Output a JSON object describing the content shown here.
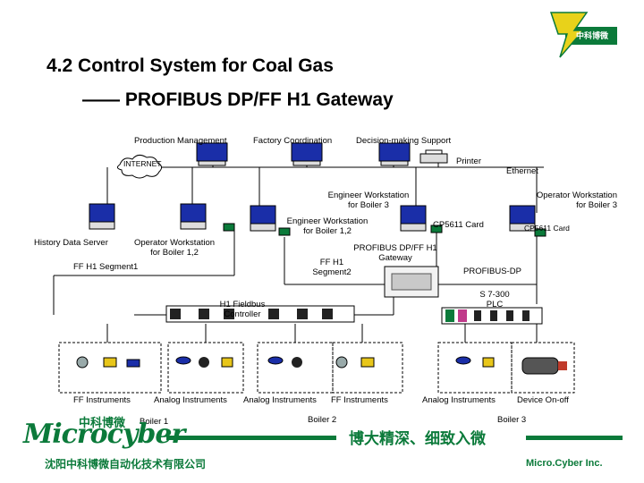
{
  "title": {
    "line1": "4.2 Control System for Coal Gas",
    "line2": "—— PROFIBUS DP/FF H1 Gateway"
  },
  "top_labels": {
    "production": "Production Management",
    "factory": "Factory Coordination",
    "decision": "Decision-making Support",
    "internet": "INTERNET",
    "printer": "Printer",
    "ethernet": "Ethernet"
  },
  "nodes": {
    "eng_ws3_line1": "Engineer Workstation",
    "eng_ws3_line2": "for Boiler 3",
    "op_ws3_line1": "Operator Workstation",
    "op_ws3_line2": "for Boiler 3",
    "eng_ws12_line1": "Engineer Workstation",
    "eng_ws12_line2": "for Boiler 1,2",
    "cp5611_a": "CP5611 Card",
    "cp5611_b": "CP5611 Card",
    "history": "History Data Server",
    "op_ws12_line1": "Operator Workstation",
    "op_ws12_line2": "for Boiler 1,2",
    "gateway_line1": "PROFIBUS DP/FF H1",
    "gateway_line2": "Gateway",
    "ffh1_seg1": "FF H1 Segment1",
    "ffh1_seg2_line1": "FF H1",
    "ffh1_seg2_line2": "Segment2",
    "profibus_dp": "PROFIBUS-DP",
    "s7_line1": "S 7-300",
    "s7_line2": "PLC",
    "h1_line1": "H1 Fieldbus",
    "h1_line2": "Controller"
  },
  "bottom_labels": {
    "ff1": "FF Instruments",
    "analog1": "Analog Instruments",
    "analog2": "Analog Instruments",
    "ff2": "FF Instruments",
    "analog3": "Analog Instruments",
    "device": "Device On-off",
    "boiler1": "Boiler 1",
    "boiler2": "Boiler 2",
    "boiler3": "Boiler 3"
  },
  "footer": {
    "logo_cn": "中科博微",
    "logo_en": "Microcyber",
    "slogan": "博大精深、细致入微",
    "company": "沈阳中科博微自动化技术有限公司",
    "copyright": "Micro.Cyber Inc.",
    "corner_cn": "中科博微"
  },
  "colors": {
    "brand_green": "#0b7a3a",
    "screen_blue": "#1a2ea8",
    "device_yellow": "#e8c61a",
    "line": "#000000"
  }
}
